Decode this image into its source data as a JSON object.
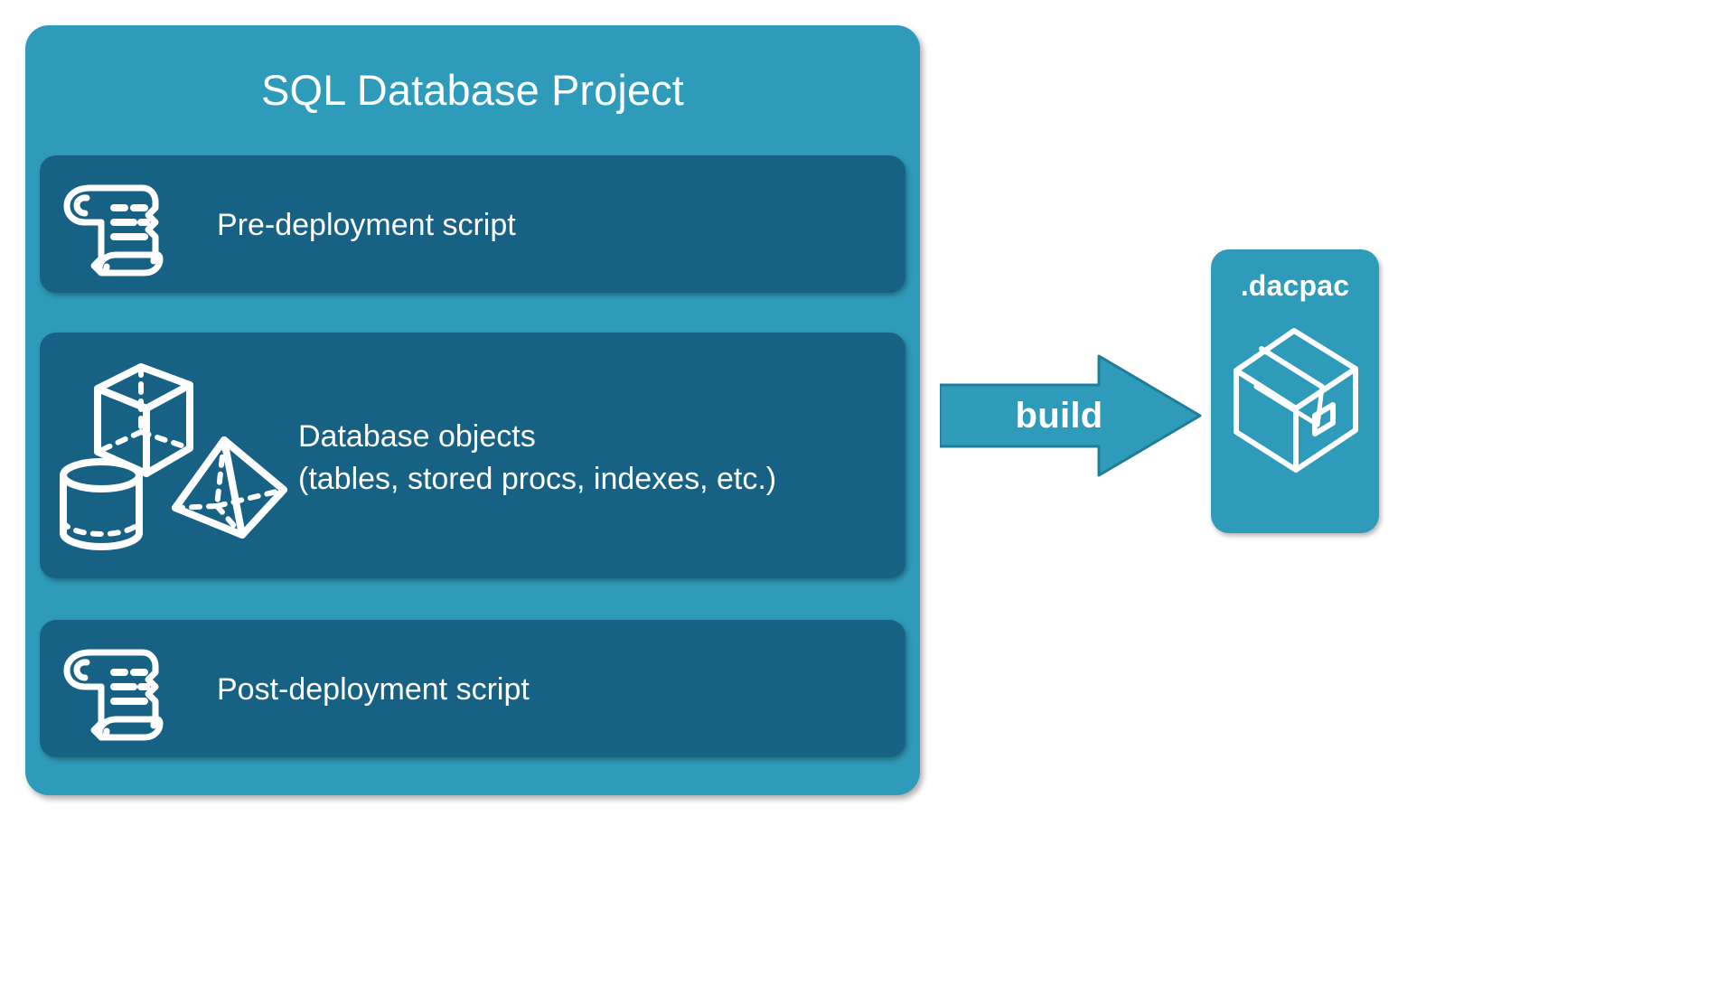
{
  "diagram": {
    "title": "SQL Database Project",
    "background_color": "#ffffff",
    "card_color": "#2e9bba",
    "panel_color": "#176185",
    "text_color": "#ffffff"
  },
  "project_card": {
    "title": "SQL Database Project",
    "panels": [
      {
        "id": "pre-deployment",
        "label": "Pre-deployment script",
        "icon": "scroll-icon"
      },
      {
        "id": "database-objects",
        "label": "Database objects\n(tables, stored procs, indexes, etc.)",
        "line1": "Database objects",
        "line2": "(tables, stored procs, indexes, etc.)",
        "icons": [
          "cube-icon",
          "pyramid-icon",
          "cylinder-icon"
        ]
      },
      {
        "id": "post-deployment",
        "label": "Post-deployment script",
        "icon": "scroll-icon"
      }
    ]
  },
  "arrow": {
    "label": "build",
    "direction": "right",
    "color": "#2e9bba"
  },
  "output_card": {
    "label": ".dacpac",
    "icon": "package-box-icon",
    "color": "#2e9bba"
  }
}
